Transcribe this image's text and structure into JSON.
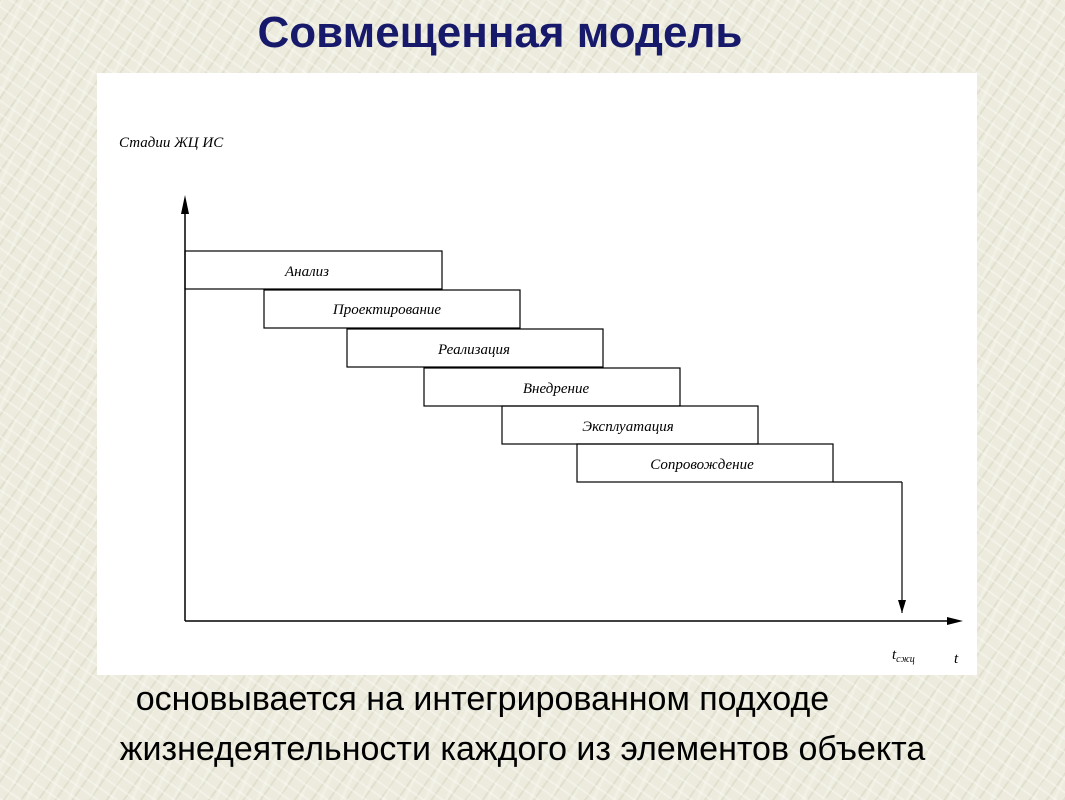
{
  "slide": {
    "title": "Совмещенная модель",
    "text_lines": [
      "основывается на интегрированном подходе",
      "жизнедеятельности каждого из элементов объекта"
    ]
  },
  "diagram": {
    "y_axis_label": "Стадии ЖЦ ИС",
    "x_axis_label": "t",
    "end_time_label": "t",
    "end_time_subscript": "сжц",
    "stages": [
      "Анализ",
      "Проектирование",
      "Реализация",
      "Внедрение",
      "Эксплуатация",
      "Сопровождение"
    ]
  }
}
